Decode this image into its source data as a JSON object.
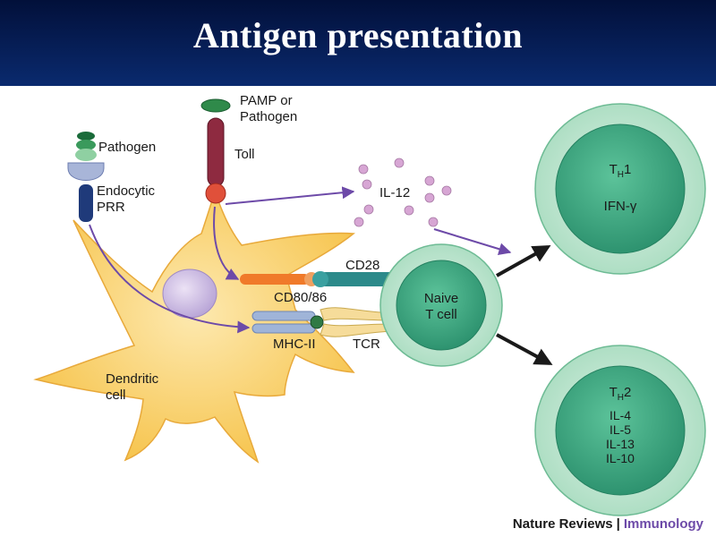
{
  "title": "Antigen presentation",
  "labels": {
    "pathogen": "Pathogen",
    "endocytic": "Endocytic",
    "prr": "PRR",
    "pamp_line1": "PAMP or",
    "pamp_line2": "Pathogen",
    "toll": "Toll",
    "il12": "IL-12",
    "cd28": "CD28",
    "cd80_86": "CD80/86",
    "mhc2": "MHC-II",
    "tcr": "TCR",
    "dendritic_line1": "Dendritic",
    "dendritic_line2": "cell",
    "naive_line1": "Naive",
    "naive_line2": "T cell"
  },
  "th1": {
    "prefix": "T",
    "sub": "H",
    "num": "1",
    "cytokines": [
      "IFN-γ"
    ]
  },
  "th2": {
    "prefix": "T",
    "sub": "H",
    "num": "2",
    "cytokines": [
      "IL-4",
      "IL-5",
      "IL-13",
      "IL-10"
    ]
  },
  "credit": {
    "publisher": "Nature Reviews",
    "separator": "|",
    "journal": "Immunology"
  },
  "colors": {
    "header": "#0a2a6e",
    "dendritic": "#f8c84a",
    "nucleus": "#c9b8e0",
    "tcell": "#7fc7a4",
    "tcell_inner": "#2f9a78",
    "arrow_purple": "#6d4aa8",
    "il12_dot": "#d7a6d4"
  }
}
